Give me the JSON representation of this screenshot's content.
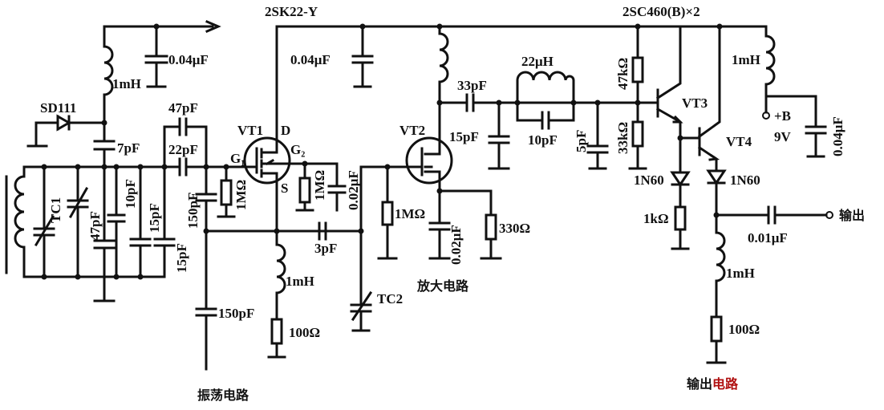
{
  "labels": {
    "fet_part": "2SK22-Y",
    "bjt_part": "2SC460(B)×2",
    "c_top_left": "0.04μF",
    "c_top_mid": "0.04μF",
    "l_top_left": "1mH",
    "diode_sd": "SD111",
    "c_7p": "7pF",
    "c_47p_top": "47pF",
    "c_22p": "22pF",
    "vt1": "VT1",
    "d": "D",
    "g1": "G₁",
    "g2": "G₂",
    "s": "S",
    "r_1m_a": "1MΩ",
    "r_1m_b": "1MΩ",
    "c_002_a": "0.02μF",
    "vt2": "VT2",
    "c_15p_vt2": "15pF",
    "c_33p": "33pF",
    "l_22u": "22μH",
    "c_10p_b": "10pF",
    "c_5p": "5pF",
    "r_47k": "47kΩ",
    "r_33k": "33kΩ",
    "vt3": "VT3",
    "vt4": "VT4",
    "l_right": "1mH",
    "plus_b": "+B",
    "v9": "9V",
    "c_right": "0.04μF",
    "d_1n60_a": "1N60",
    "d_1n60_b": "1N60",
    "r_1k": "1kΩ",
    "c_001": "0.01μF",
    "out_terminal": "输出",
    "tc1": "TC1",
    "c_47p_v": "47pF",
    "c_10p_a": "10pF",
    "c_15p_a": "15pF",
    "c_15p_b": "15pF",
    "c_150p_a": "150pF",
    "c_150p_b": "150pF",
    "c_3p": "3pF",
    "r_1m_c": "1MΩ",
    "c_002_b": "0.02μF",
    "r_330": "330Ω",
    "l_src": "1mH",
    "r_100_a": "100Ω",
    "tc2": "TC2",
    "l_out": "1mH",
    "r_100_b": "100Ω",
    "section_amp": "放大电路",
    "section_osc": "振荡电路",
    "section_out_a": "输出",
    "section_out_b": "电路"
  },
  "colors": {
    "wire": "#111111",
    "accent": "#b01010"
  }
}
